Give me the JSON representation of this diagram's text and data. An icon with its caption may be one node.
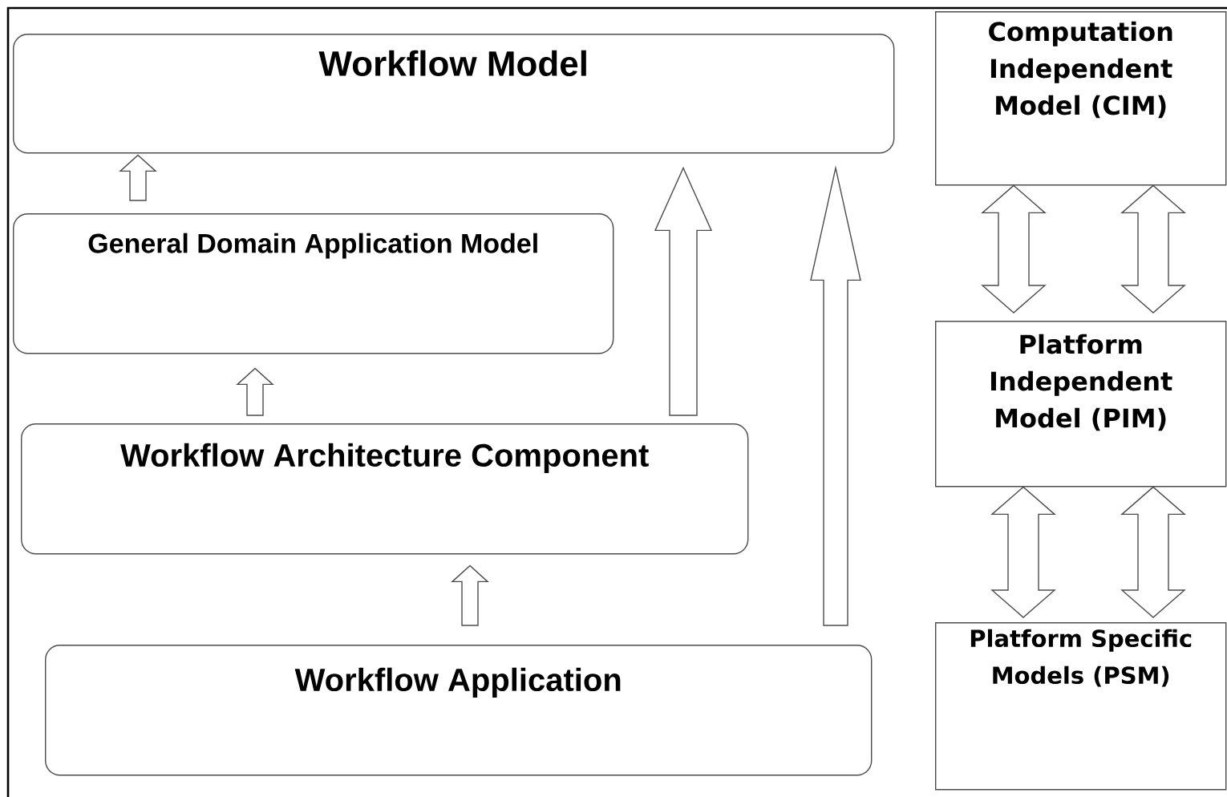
{
  "diagram": {
    "nodes": [
      {
        "text": [
          "Workflow Model"
        ]
      },
      {
        "text": [
          "General Domain Application Model"
        ]
      },
      {
        "text": [
          "Workflow Architecture Component"
        ]
      },
      {
        "text": [
          "Workflow Application"
        ]
      },
      {
        "text": [
          "Computation Independent Model (CIM)"
        ]
      },
      {
        "text": [
          "Platform Independent Model (PIM)"
        ]
      },
      {
        "text": [
          "Platform Specific Models (PSM)"
        ]
      }
    ],
    "edges": [
      {
        "from": 1,
        "to": 0,
        "arrow": "to"
      },
      {
        "from": 2,
        "to": 1,
        "arrow": "to"
      },
      {
        "from": 3,
        "to": 2,
        "arrow": "to"
      },
      {
        "from": 2,
        "to": 0,
        "arrow": "to"
      },
      {
        "from": 3,
        "to": 0,
        "arrow": "to"
      },
      {
        "from": 4,
        "to": 5,
        "arrow": "both"
      },
      {
        "from": 4,
        "to": 5,
        "arrow": "both"
      },
      {
        "from": 5,
        "to": 6,
        "arrow": "both"
      },
      {
        "from": 5,
        "to": 6,
        "arrow": "both"
      }
    ]
  }
}
